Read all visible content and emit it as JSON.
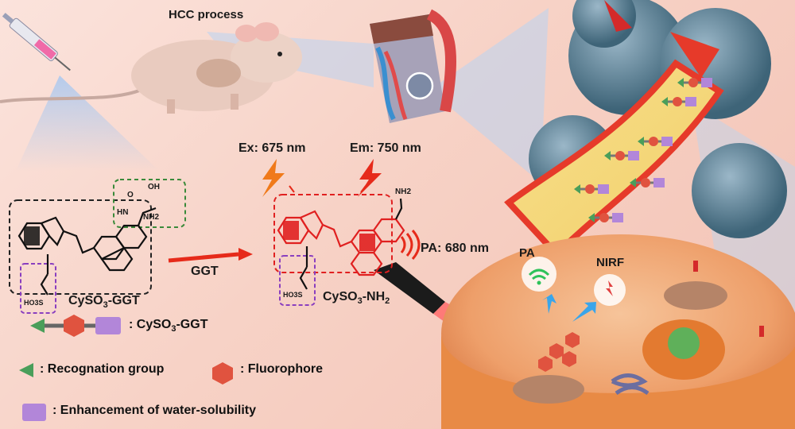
{
  "labels": {
    "hcc_process": "HCC process",
    "ex": "Ex: 675 nm",
    "em": "Em: 750 nm",
    "pa": "PA: 680 nm",
    "ggt": "GGT",
    "pa_short": "PA",
    "nirf": "NIRF"
  },
  "chemistry": {
    "probe_name_main": "CySO",
    "probe_name_sub": "3",
    "probe_name_tail": "-GGT",
    "product_name_main": "CySO",
    "product_name_sub": "3",
    "product_name_tail": "-NH",
    "product_name_tail_sub": "2",
    "nh2": "NH2",
    "oh": "OH",
    "hn": "HN",
    "o": "O",
    "so3h_left": "HO3S",
    "so3h_right": "HO3S"
  },
  "legend": {
    "probe": ": CySO3-GGT",
    "probe_main": ": CySO",
    "probe_sub": "3",
    "probe_tail": "-GGT",
    "recognition": ": Recognation group",
    "fluorophore": ": Fluorophore",
    "solubility": ": Enhancement of water-solubility"
  },
  "colors": {
    "recognition": "#4a9e5a",
    "fluorophore": "#e0533f",
    "solubility": "#b286d9",
    "probe_box": "#222222",
    "product_box": "#e02020",
    "amide_box": "#3a8a3a",
    "sulfo_box": "#8a3fbf",
    "arrow": "#e62a1a"
  }
}
